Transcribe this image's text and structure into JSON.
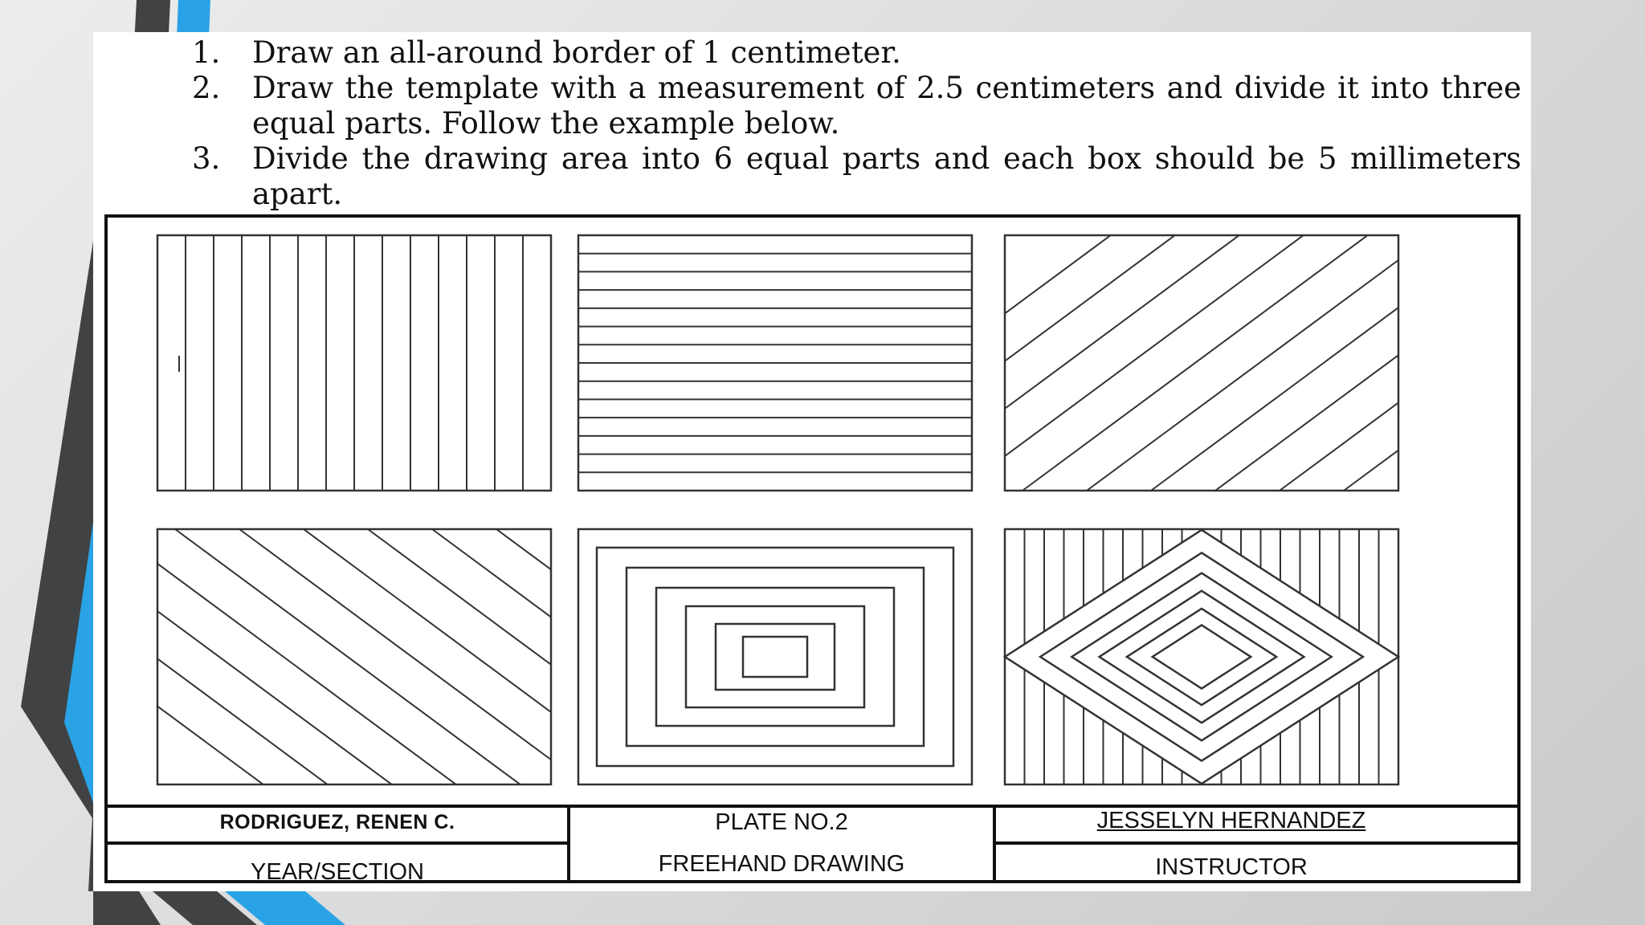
{
  "instructions": [
    {
      "num": "1.",
      "text": "Draw an all-around border of 1 centimeter."
    },
    {
      "num": "2.",
      "text": "Draw the template with a measurement of 2.5 centimeters and divide it into three equal parts. Follow the example below."
    },
    {
      "num": "3.",
      "text": "Divide the drawing area into 6 equal parts and each box should be 5 millimeters apart."
    }
  ],
  "title_block": {
    "student_name": "RODRIGUEZ, RENEN C.",
    "year_section": "YEAR/SECTION",
    "plate_no": "PLATE NO.2",
    "subject": "FREEHAND DRAWING",
    "instructor_name": "JESSELYN HERNANDEZ",
    "instructor_label": "INSTRUCTOR"
  },
  "panels": [
    {
      "pattern": "vertical-lines"
    },
    {
      "pattern": "horizontal-lines"
    },
    {
      "pattern": "diagonal-lines-ascending"
    },
    {
      "pattern": "diagonal-lines-descending"
    },
    {
      "pattern": "concentric-rectangles"
    },
    {
      "pattern": "concentric-diamonds-on-vertical-lines"
    }
  ],
  "colors": {
    "accent_blue": "#2aa3e6",
    "dark_gray": "#404244",
    "line": "#333333"
  }
}
